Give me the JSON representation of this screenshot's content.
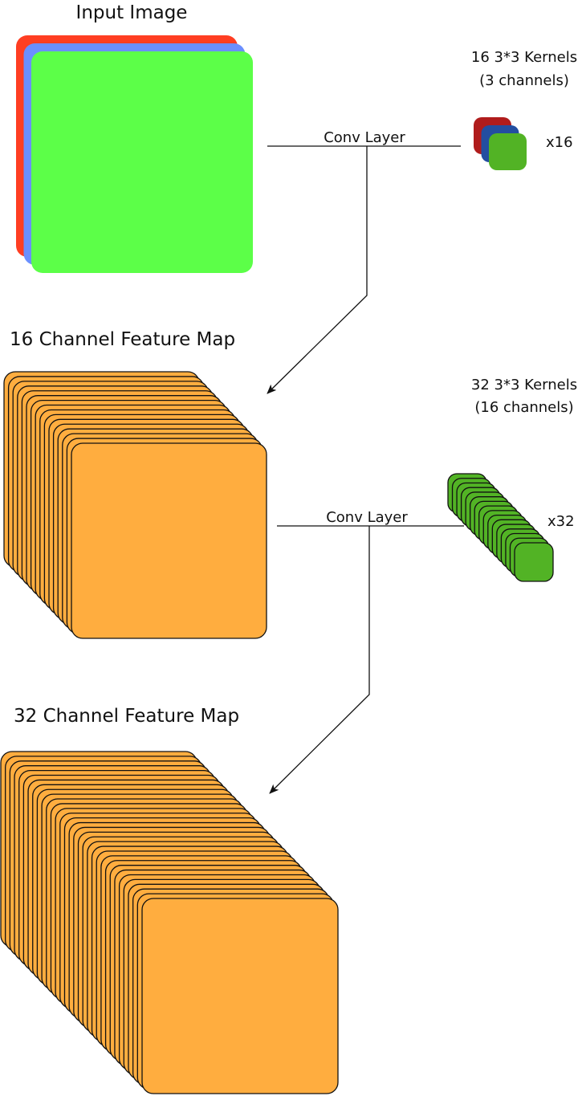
{
  "input": {
    "title": "Input Image",
    "channel_colors": [
      "#ff3e22",
      "#6b8fff",
      "#5cff48"
    ]
  },
  "conv1": {
    "label": "Conv Layer",
    "kernel_title": "16 3*3 Kernels",
    "kernel_channels": "(3 channels)",
    "multiplier": "x16",
    "kernel_colors": [
      "#b01c1c",
      "#234ea0",
      "#52b325"
    ]
  },
  "fmap1": {
    "title": "16 Channel Feature Map",
    "count": 16,
    "color": "#ffad3f"
  },
  "conv2": {
    "label": "Conv Layer",
    "kernel_title": "32 3*3 Kernels",
    "kernel_channels": "(16 channels)",
    "multiplier": "x32",
    "kernel_color": "#52b325",
    "drawn_kernel_layers": 16
  },
  "fmap2": {
    "title": "32 Channel Feature Map",
    "count": 32,
    "color": "#ffad3f"
  }
}
